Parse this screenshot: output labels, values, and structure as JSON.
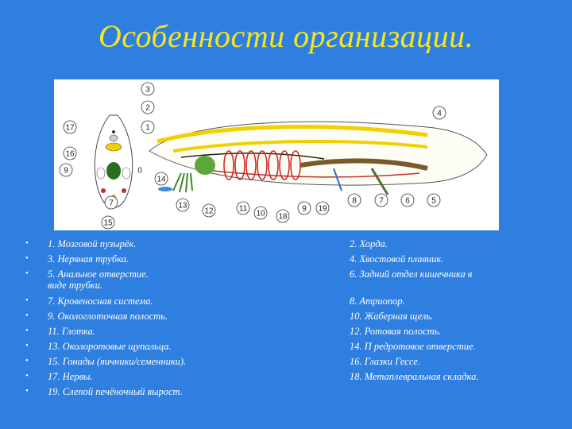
{
  "slide": {
    "title": "Особенности организации.",
    "colors": {
      "background": "#2f7fe0",
      "title": "#f5e61e",
      "text": "#ffffff"
    }
  },
  "figure": {
    "labels": [
      "1",
      "2",
      "3",
      "4",
      "5",
      "6",
      "7",
      "8",
      "9",
      "10",
      "11",
      "12",
      "13",
      "14",
      "15",
      "16",
      "17",
      "18",
      "19",
      "0"
    ]
  },
  "legend": [
    {
      "left": "1. Мозговой пузырёк.",
      "right": "2. Хорда."
    },
    {
      "left": "3. Нервная трубка.",
      "right": "4. Хвостовой плавник."
    },
    {
      "left": "5. Анальное отверстие.\nвиде трубки.",
      "right": "6. Задний отдел кишечника в"
    },
    {
      "left": "7. Кровеносная система.",
      "right": "8. Атриопор."
    },
    {
      "left": "9. Окологлоточная полость.",
      "right": "10. Жаберная щель."
    },
    {
      "left": "11. Глотка.",
      "right": "12. Ротовая полость."
    },
    {
      "left": "13. Околоротовые щупальца.",
      "right": "14. П редротовое отверстие."
    },
    {
      "left": "15. Гонады (яичники/семенники).",
      "right": "16. Глазки Гессе."
    },
    {
      "left": "17. Нервы.",
      "right": "18. Метаплевральная складка."
    },
    {
      "left": "19. Слепой печёночный вырост.",
      "right": ""
    }
  ],
  "bullet_char": "•"
}
